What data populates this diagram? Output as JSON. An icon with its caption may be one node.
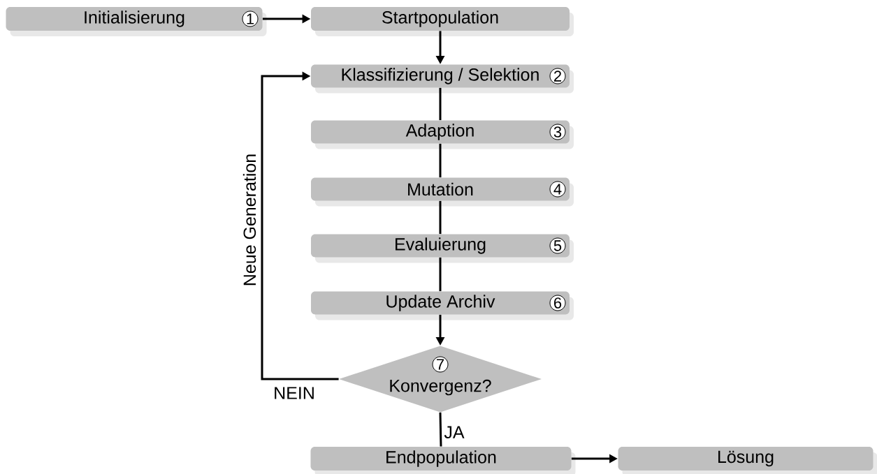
{
  "diagram": {
    "nodes": [
      {
        "text": [
          "Initialisierung",
          "1"
        ]
      },
      {
        "text": [
          "Startpopulation"
        ]
      },
      {
        "text": [
          "Klassifizierung / Selektion",
          "2"
        ]
      },
      {
        "text": [
          "Adaption",
          "3"
        ]
      },
      {
        "text": [
          "Mutation",
          "4"
        ]
      },
      {
        "text": [
          "Evaluierung",
          "5"
        ]
      },
      {
        "text": [
          "Update Archiv",
          "6"
        ]
      },
      {
        "text": [
          "7",
          "Konvergenz?"
        ]
      },
      {
        "text": [
          "Endpopulation"
        ]
      },
      {
        "text": [
          "Lösung"
        ]
      }
    ],
    "edges": [
      {
        "from": 0,
        "to": 1,
        "arrow": "to"
      },
      {
        "from": 1,
        "to": 2,
        "arrow": "to"
      },
      {
        "from": 2,
        "to": 3,
        "arrow": "none"
      },
      {
        "from": 3,
        "to": 4,
        "arrow": "none"
      },
      {
        "from": 4,
        "to": 5,
        "arrow": "none"
      },
      {
        "from": 5,
        "to": 6,
        "arrow": "none"
      },
      {
        "from": 6,
        "to": 7,
        "arrow": "to"
      },
      {
        "from": 7,
        "to": 2,
        "arrow": "to",
        "label": "NEIN"
      },
      {
        "from": 7,
        "to": 8,
        "arrow": "none",
        "label": "JA"
      },
      {
        "from": 8,
        "to": 9,
        "arrow": "to"
      }
    ],
    "labels": [
      "Neue Generation"
    ]
  }
}
